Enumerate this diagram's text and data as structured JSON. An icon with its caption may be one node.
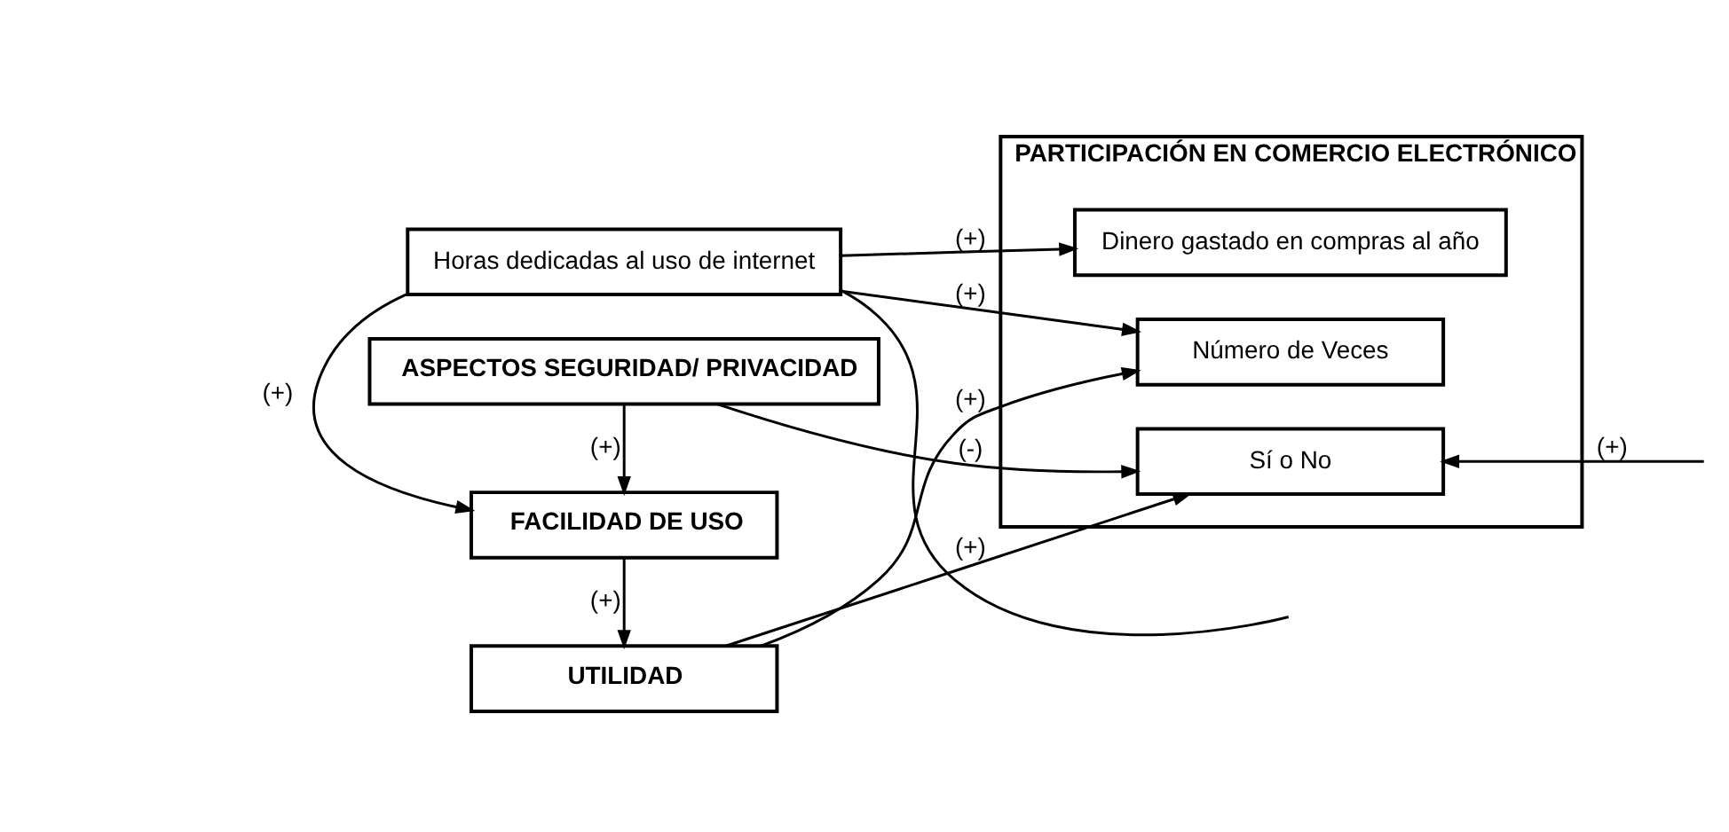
{
  "diagram": {
    "nodes": [
      {
        "text": [
          "PARTICIPACIÓN EN COMERCIO ELECTRÓNICO"
        ]
      },
      {
        "text": [
          "Sí o No"
        ],
        "in": 0
      },
      {
        "text": [
          "Número de Veces"
        ],
        "in": 0
      },
      {
        "text": [
          "Dinero gastado en compras al año"
        ],
        "in": 0
      },
      {
        "text": [
          "FACILIDAD DE USO"
        ]
      },
      {
        "text": [
          "UTILIDAD"
        ]
      },
      {
        "text": [
          "ASPECTOS SEGURIDAD/ PRIVACIDAD"
        ]
      },
      {
        "text": [
          "Horas dedicadas al uso de internet"
        ]
      }
    ],
    "edges": [
      {
        "from": 7,
        "to": 4,
        "arrow": "to",
        "label": "(+)"
      },
      {
        "from": 6,
        "to": 4,
        "arrow": "to",
        "label": "(+)"
      },
      {
        "from": 4,
        "to": 5,
        "arrow": "to",
        "label": "(+)"
      },
      {
        "from": 5,
        "to": 1,
        "arrow": "to",
        "label": "(+)"
      },
      {
        "from": 5,
        "to": 2,
        "arrow": "to",
        "label": "(+)"
      },
      {
        "from": 7,
        "to": 2,
        "arrow": "to",
        "label": "(+)"
      },
      {
        "from": 7,
        "to": 3,
        "arrow": "to",
        "label": "(+)"
      },
      {
        "from": null,
        "to": 1,
        "arrow": "to",
        "label": "(+)"
      },
      {
        "from": 6,
        "to": 1,
        "arrow": "to",
        "label": "(-)"
      },
      {
        "from": 7,
        "to": null,
        "arrow": "none"
      }
    ]
  }
}
